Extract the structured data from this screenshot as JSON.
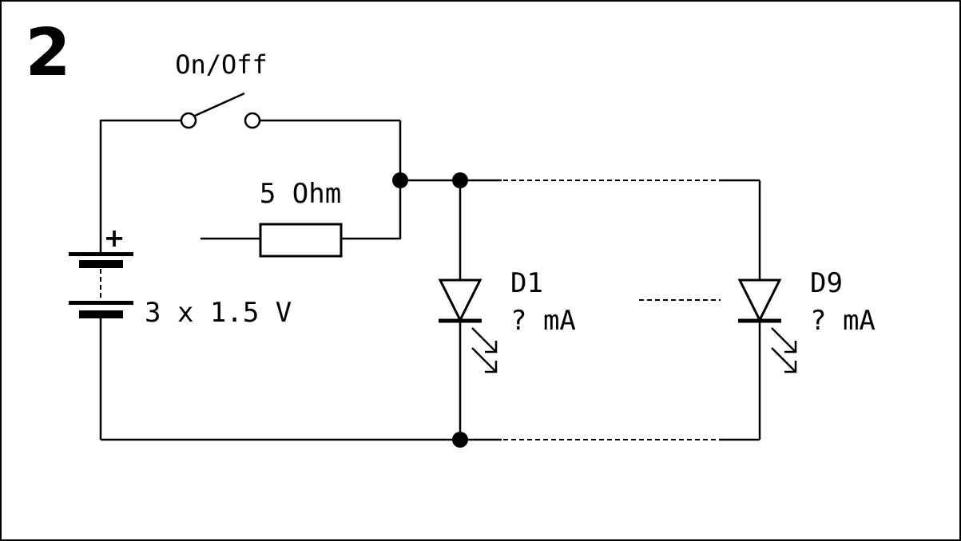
{
  "figure": {
    "number": "2"
  },
  "labels": {
    "switch": "On/Off",
    "resistor": "5 Ohm",
    "battery_plus": "+",
    "battery": "3 x 1.5 V",
    "led_first_name": "D1",
    "led_first_current": "? mA",
    "led_last_name": "D9",
    "led_last_current": "? mA"
  },
  "colors": {
    "line": "#000000",
    "background": "#ffffff"
  }
}
